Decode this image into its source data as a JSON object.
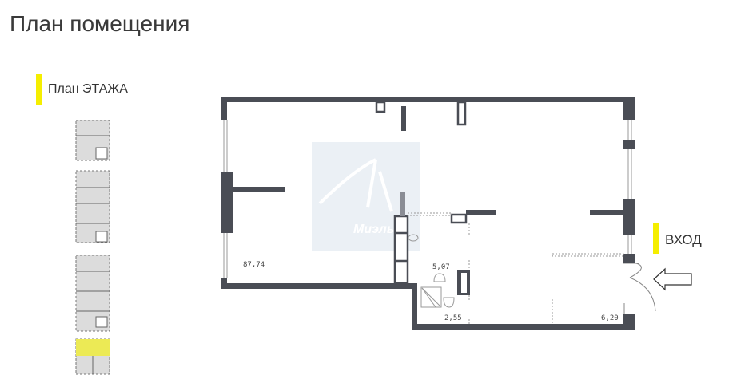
{
  "title": "План помещения",
  "floor_legend": {
    "label": "План ЭТАЖА",
    "highlight_color": "#f5ee00"
  },
  "plan": {
    "areas": {
      "main": "87,74",
      "wc": "5,07",
      "shower": "2,55",
      "hall": "6,20"
    },
    "entrance_label": "ВХОД",
    "wall_color": "#4a4d55",
    "watermark": "Миэль"
  }
}
